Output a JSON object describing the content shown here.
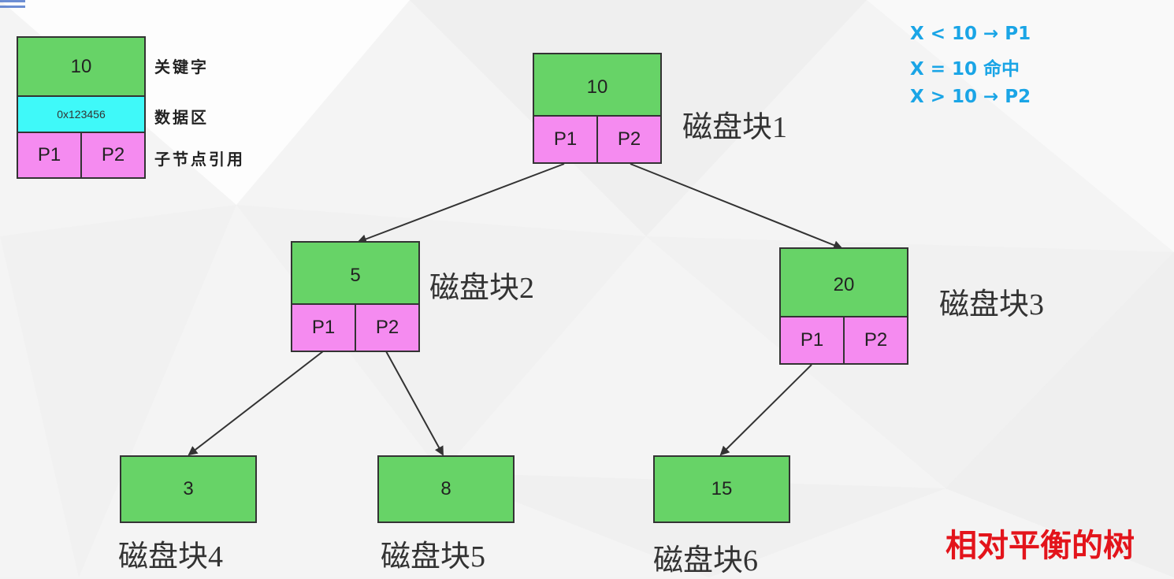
{
  "colors": {
    "key_green": "#67d367",
    "data_cyan": "#3ff9f9",
    "pointer_pink": "#f58bf0",
    "rule_blue": "#1aa5e6",
    "caption_red": "#e3141b"
  },
  "legend": {
    "key_value": "10",
    "data_value": "0x123456",
    "p1": "P1",
    "p2": "P2",
    "key_label": "关键字",
    "data_label": "数据区",
    "pointer_label": "子节点引用"
  },
  "rules": {
    "line1": "X < 10  → P1",
    "line2": "X = 10  命中",
    "line3": "X > 10  → P2"
  },
  "nodes": {
    "block1": {
      "key": "10",
      "p1": "P1",
      "p2": "P2",
      "label": "磁盘块1"
    },
    "block2": {
      "key": "5",
      "p1": "P1",
      "p2": "P2",
      "label": "磁盘块2"
    },
    "block3": {
      "key": "20",
      "p1": "P1",
      "p2": "P2",
      "label": "磁盘块3"
    },
    "block4": {
      "key": "3",
      "label": "磁盘块4"
    },
    "block5": {
      "key": "8",
      "label": "磁盘块5"
    },
    "block6": {
      "key": "15",
      "label": "磁盘块6"
    }
  },
  "caption": "相对平衡的树"
}
